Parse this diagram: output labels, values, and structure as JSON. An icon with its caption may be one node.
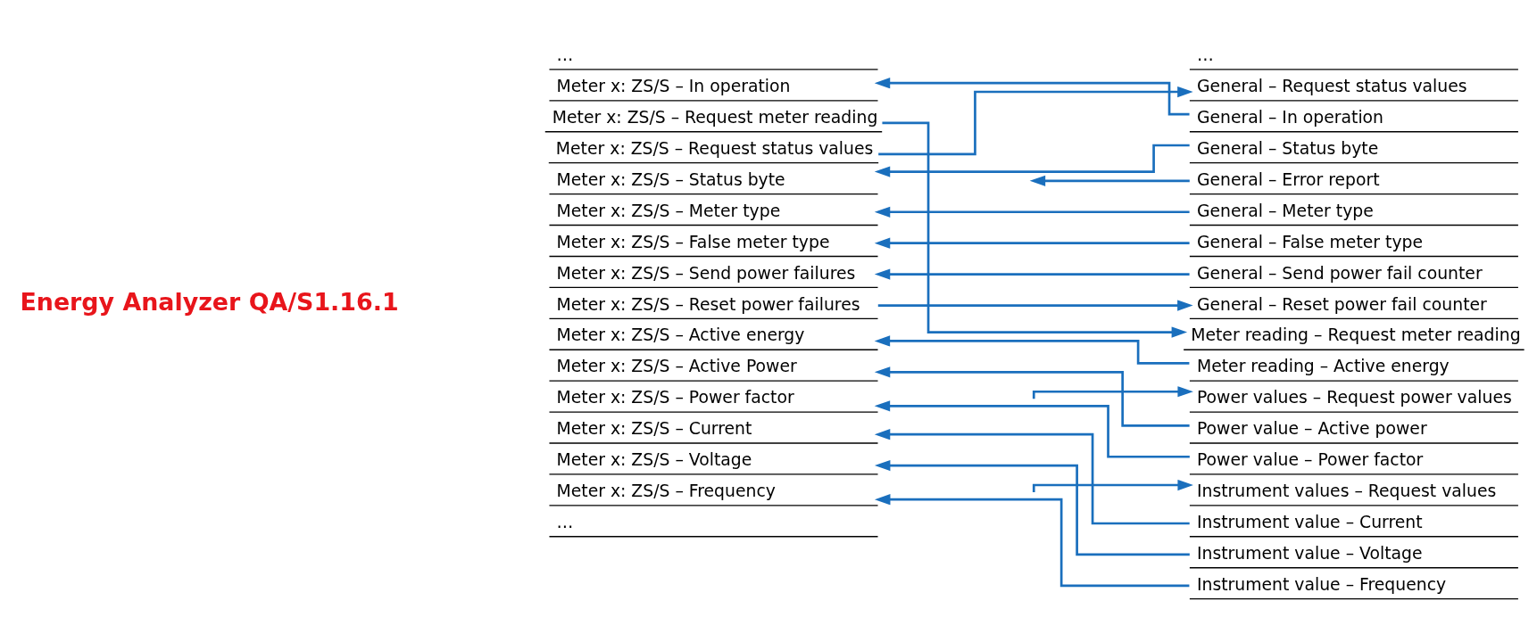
{
  "diagram": {
    "nodes": [
      {
        "text": [
          "…"
        ]
      },
      {
        "text": [
          "Meter x: ZS/S – In operation"
        ]
      },
      {
        "text": [
          "Meter x: ZS/S – Request meter reading"
        ]
      },
      {
        "text": [
          "Meter x: ZS/S – Request status values"
        ]
      },
      {
        "text": [
          "Meter x: ZS/S – Status byte"
        ]
      },
      {
        "text": [
          "Meter x: ZS/S – Meter type"
        ]
      },
      {
        "text": [
          "Meter x: ZS/S – False meter type"
        ]
      },
      {
        "text": [
          "Meter x: ZS/S – Send power failures"
        ]
      },
      {
        "text": [
          "Meter x: ZS/S – Reset power failures"
        ]
      },
      {
        "text": [
          "Meter x: ZS/S – Active energy"
        ]
      },
      {
        "text": [
          "Meter x: ZS/S – Active Power"
        ]
      },
      {
        "text": [
          "Meter x: ZS/S – Power factor"
        ]
      },
      {
        "text": [
          "Meter x: ZS/S – Current"
        ]
      },
      {
        "text": [
          "Meter x: ZS/S – Voltage"
        ]
      },
      {
        "text": [
          "Meter x: ZS/S – Frequency"
        ]
      },
      {
        "text": [
          "…"
        ]
      },
      {
        "text": [
          "…"
        ]
      },
      {
        "text": [
          "General – Request status values"
        ]
      },
      {
        "text": [
          "General – In operation"
        ]
      },
      {
        "text": [
          "General – Status byte"
        ]
      },
      {
        "text": [
          "General – Error report"
        ]
      },
      {
        "text": [
          "General – Meter type"
        ]
      },
      {
        "text": [
          "General – False meter type"
        ]
      },
      {
        "text": [
          "General – Send power fail counter"
        ]
      },
      {
        "text": [
          "General – Reset power fail counter"
        ]
      },
      {
        "text": [
          "Meter reading – Request meter reading"
        ]
      },
      {
        "text": [
          "Meter reading – Active energy"
        ]
      },
      {
        "text": [
          "Power values – Request power values"
        ]
      },
      {
        "text": [
          "Power value – Active power"
        ]
      },
      {
        "text": [
          "Power value – Power factor"
        ]
      },
      {
        "text": [
          "Instrument values – Request values"
        ]
      },
      {
        "text": [
          "Instrument value – Current"
        ]
      },
      {
        "text": [
          "Instrument value – Voltage"
        ]
      },
      {
        "text": [
          "Instrument value – Frequency"
        ]
      }
    ],
    "edges": [
      {
        "from": 18,
        "to": 1,
        "arrow": "to"
      },
      {
        "from": 3,
        "to": 17,
        "arrow": "to"
      },
      {
        "from": 2,
        "to": 25,
        "arrow": "to"
      },
      {
        "from": 19,
        "to": 4,
        "arrow": "to"
      },
      {
        "from": 20,
        "to": null,
        "arrow": "to"
      },
      {
        "from": 21,
        "to": 5,
        "arrow": "to"
      },
      {
        "from": 22,
        "to": 6,
        "arrow": "to"
      },
      {
        "from": 23,
        "to": 7,
        "arrow": "to"
      },
      {
        "from": 8,
        "to": 24,
        "arrow": "to"
      },
      {
        "from": 26,
        "to": 9,
        "arrow": "to"
      },
      {
        "from": null,
        "to": 27,
        "arrow": "to"
      },
      {
        "from": 28,
        "to": 10,
        "arrow": "to"
      },
      {
        "from": 29,
        "to": 11,
        "arrow": "to"
      },
      {
        "from": null,
        "to": 30,
        "arrow": "to"
      },
      {
        "from": 31,
        "to": 12,
        "arrow": "to"
      },
      {
        "from": 32,
        "to": 13,
        "arrow": "to"
      },
      {
        "from": 33,
        "to": 14,
        "arrow": "to"
      }
    ],
    "labels": [
      "Energy Analyzer QA/S1.16.1"
    ]
  }
}
